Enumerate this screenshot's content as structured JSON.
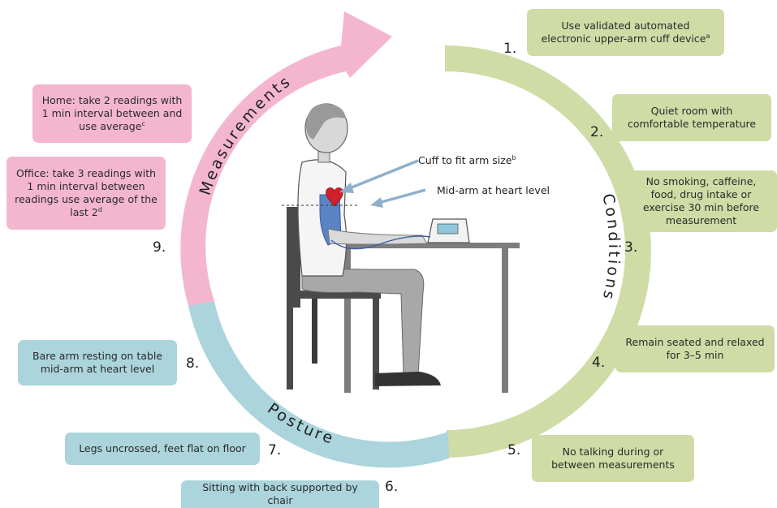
{
  "colors": {
    "conditions": "#cfdca6",
    "posture": "#abd4dc",
    "measurements": "#f4b6cf"
  },
  "categories": {
    "measurements": "Measurements",
    "conditions": "Conditions",
    "posture": "Posture"
  },
  "steps": [
    {
      "number": "1.",
      "text": "Use validated automated electronic upper-arm cuff device",
      "sup": "a",
      "category": "conditions"
    },
    {
      "number": "2.",
      "text": "Quiet room with comfortable temperature",
      "sup": "",
      "category": "conditions"
    },
    {
      "number": "3.",
      "text": "No smoking, caffeine, food, drug intake or exercise 30 min before measurement",
      "sup": "",
      "category": "conditions"
    },
    {
      "number": "4.",
      "text": "Remain seated and relaxed for 3–5 min",
      "sup": "",
      "category": "conditions"
    },
    {
      "number": "5.",
      "text": "No talking during or between measurements",
      "sup": "",
      "category": "conditions"
    },
    {
      "number": "6.",
      "text": "Sitting with back supported by chair",
      "sup": "",
      "category": "posture"
    },
    {
      "number": "7.",
      "text": "Legs uncrossed, feet flat on floor",
      "sup": "",
      "category": "posture"
    },
    {
      "number": "8.",
      "text": "Bare arm resting on table mid-arm at heart level",
      "sup": "",
      "category": "posture"
    },
    {
      "number": "9.",
      "text": "",
      "sup": "",
      "category": "measurements"
    }
  ],
  "measurement_notes": [
    {
      "text": "Home: take 2 readings with 1 min interval between and use average",
      "sup": "c"
    },
    {
      "text": "Office: take 3 readings with 1 min interval between readings use average of the last 2",
      "sup": "d"
    }
  ],
  "illustration": {
    "cuff_label": "Cuff to fit arm size",
    "cuff_sup": "b",
    "midarm_label": "Mid-arm at heart level"
  }
}
